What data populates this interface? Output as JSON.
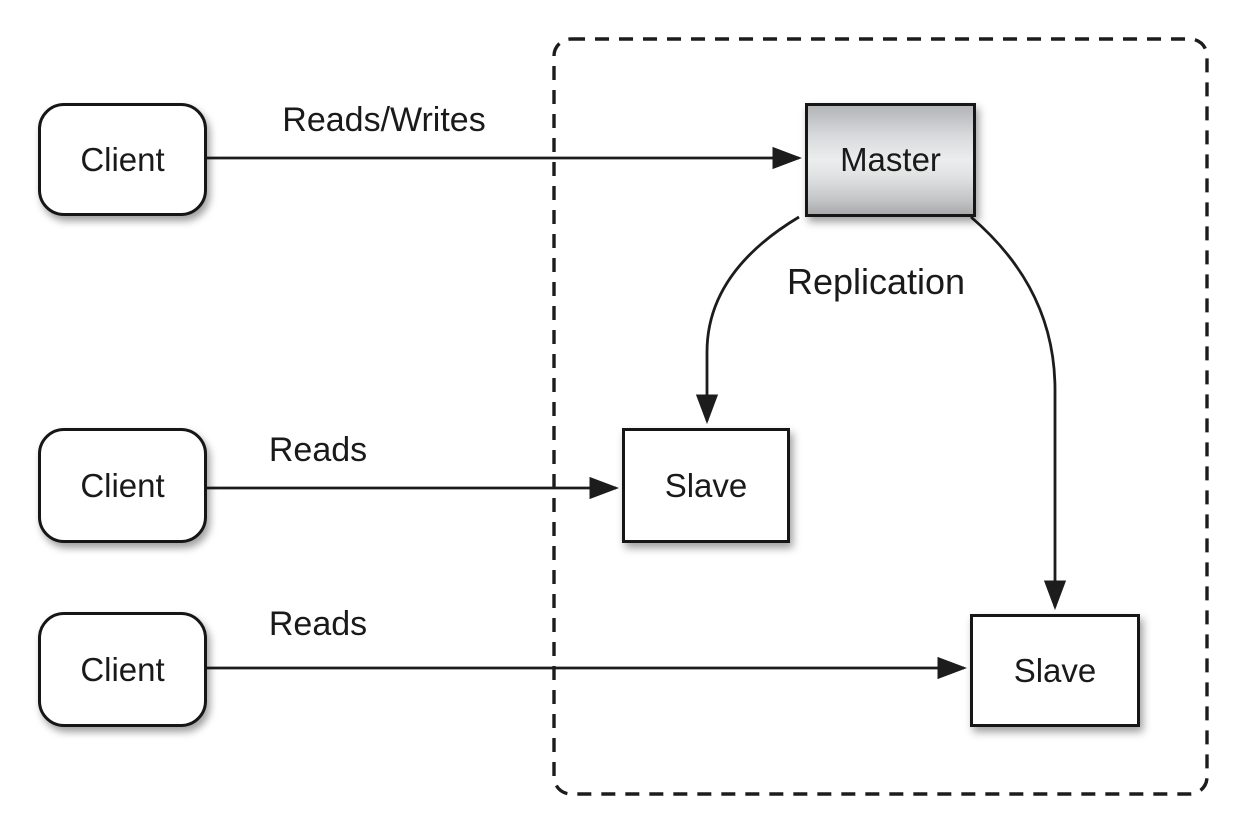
{
  "diagram": {
    "colors": {
      "background": "#ffffff",
      "stroke": "#1c1c1c",
      "node_fill": "#ffffff",
      "master_gradient_top": "#b2b4b7",
      "master_gradient_mid": "#eceded",
      "master_gradient_bottom": "#a9aaab"
    },
    "nodes": [
      {
        "id": "client-1",
        "label": "Client",
        "shape": "rounded-rect"
      },
      {
        "id": "client-2",
        "label": "Client",
        "shape": "rounded-rect"
      },
      {
        "id": "client-3",
        "label": "Client",
        "shape": "rounded-rect"
      },
      {
        "id": "master",
        "label": "Master",
        "shape": "rect"
      },
      {
        "id": "slave-1",
        "label": "Slave",
        "shape": "rect"
      },
      {
        "id": "slave-2",
        "label": "Slave",
        "shape": "rect"
      }
    ],
    "edges": [
      {
        "from": "client-1",
        "to": "master",
        "label": "Reads/Writes"
      },
      {
        "from": "client-2",
        "to": "slave-1",
        "label": "Reads"
      },
      {
        "from": "client-3",
        "to": "slave-2",
        "label": "Reads"
      },
      {
        "from": "master",
        "to": "slave-1",
        "label": "Replication"
      },
      {
        "from": "master",
        "to": "slave-2",
        "label": "Replication"
      }
    ],
    "replication_label": "Replication"
  }
}
